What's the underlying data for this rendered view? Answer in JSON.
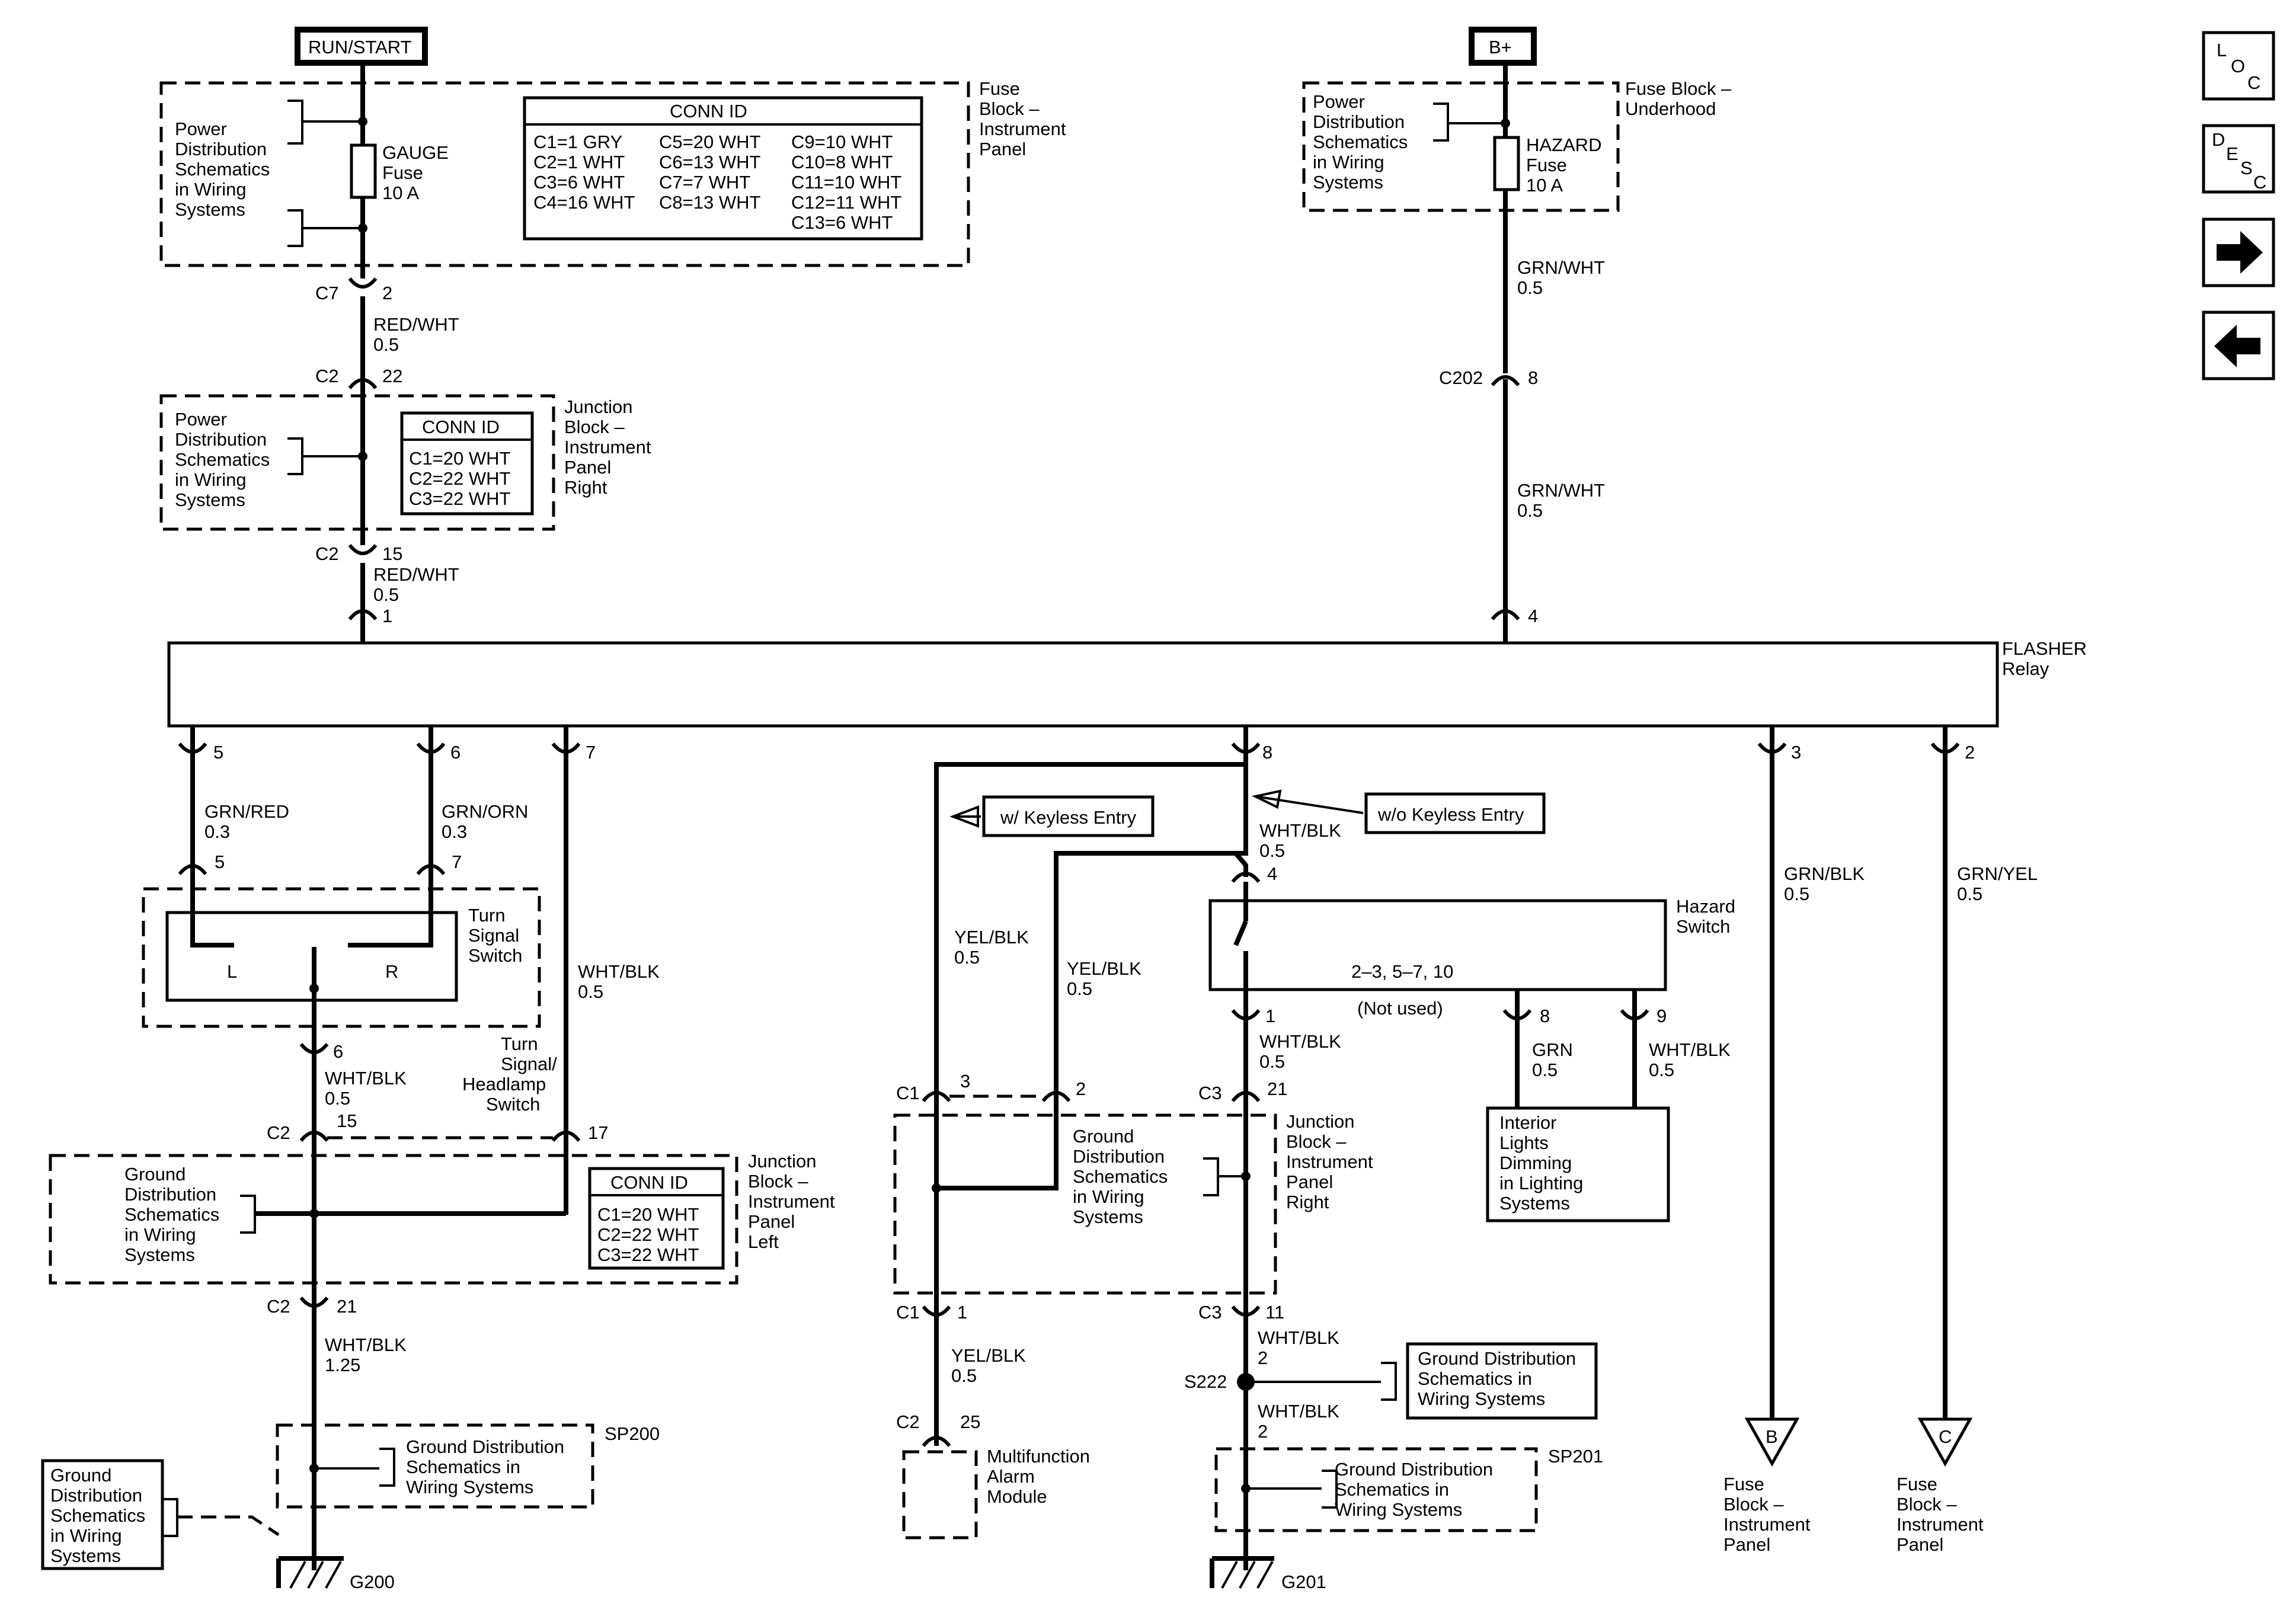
{
  "sources": {
    "run_start": "RUN/START",
    "b_plus": "B+"
  },
  "nav_icons": {
    "loc": [
      "L",
      "O",
      "C"
    ],
    "desc": [
      "D",
      "E",
      "S",
      "C"
    ],
    "forward": "arrow-right-icon",
    "back": "arrow-left-icon"
  },
  "fuse_block_ip": {
    "label": [
      "Fuse",
      "Block –",
      "Instrument",
      "Panel"
    ],
    "pds": [
      "Power",
      "Distribution",
      "Schematics",
      "in Wiring",
      "Systems"
    ],
    "fuse": [
      "GAUGE",
      "Fuse",
      "10 A"
    ],
    "conn_title": "CONN ID",
    "conn_col1": [
      "C1=1 GRY",
      "C2=1 WHT",
      "C3=6 WHT",
      "C4=16 WHT"
    ],
    "conn_col2": [
      "C5=20 WHT",
      "C6=13 WHT",
      "C7=7 WHT",
      "C8=13 WHT"
    ],
    "conn_col3": [
      "C9=10 WHT",
      "C10=8 WHT",
      "C11=10 WHT",
      "C12=11 WHT",
      "C13=6 WHT"
    ]
  },
  "fuse_block_uh": {
    "label": [
      "Fuse Block –",
      "Underhood"
    ],
    "pds": [
      "Power",
      "Distribution",
      "Schematics",
      "in Wiring",
      "Systems"
    ],
    "fuse": [
      "HAZARD",
      "Fuse",
      "10 A"
    ]
  },
  "jb_ip_right_top": {
    "label": [
      "Junction",
      "Block –",
      "Instrument",
      "Panel",
      "Right"
    ],
    "pds": [
      "Power",
      "Distribution",
      "Schematics",
      "in Wiring",
      "Systems"
    ],
    "conn_title": "CONN ID",
    "conn": [
      "C1=20 WHT",
      "C2=22 WHT",
      "C3=22 WHT"
    ]
  },
  "left_top_chain": {
    "c7": "C7",
    "c7_pin": "2",
    "wire1": [
      "RED/WHT",
      "0.5"
    ],
    "c2a": "C2",
    "c2a_pin": "22",
    "c2b": "C2",
    "c2b_pin": "15",
    "wire2": [
      "RED/WHT",
      "0.5"
    ],
    "relay_pin": "1"
  },
  "right_top_chain": {
    "wire1": [
      "GRN/WHT",
      "0.5"
    ],
    "c202": "C202",
    "c202_pin": "8",
    "wire2": [
      "GRN/WHT",
      "0.5"
    ],
    "relay_pin": "4"
  },
  "flasher": {
    "label": [
      "FLASHER",
      "Relay"
    ]
  },
  "relay_pins_bottom": {
    "p5": "5",
    "p6": "6",
    "p7": "7",
    "p8": "8",
    "p3": "3",
    "p2": "2"
  },
  "turn_signal": {
    "wire5": [
      "GRN/RED",
      "0.3"
    ],
    "wire6": [
      "GRN/ORN",
      "0.3"
    ],
    "pin5": "5",
    "pin7": "7",
    "label": [
      "Turn",
      "Signal",
      "Switch"
    ],
    "l": "L",
    "r": "R",
    "pin6": "6",
    "headlamp_label": [
      "Turn",
      "Signal/",
      "Headlamp",
      "Switch"
    ],
    "wire7": [
      "WHT/BLK",
      "0.5"
    ],
    "wire_out": [
      "WHT/BLK",
      "0.5"
    ],
    "c2": "C2",
    "c2_pin": "15",
    "c2_pin2": "17"
  },
  "jb_ip_left": {
    "label": [
      "Junction",
      "Block –",
      "Instrument",
      "Panel",
      "Left"
    ],
    "gds": [
      "Ground",
      "Distribution",
      "Schematics",
      "in Wiring",
      "Systems"
    ],
    "conn_title": "CONN ID",
    "conn": [
      "C1=20 WHT",
      "C2=22 WHT",
      "C3=22 WHT"
    ],
    "c2": "C2",
    "c2_pin": "21",
    "wire": [
      "WHT/BLK",
      "1.25"
    ]
  },
  "sp200": {
    "label": "SP200",
    "gds": [
      "Ground Distribution",
      "Schematics in",
      "Wiring Systems"
    ],
    "ext_gds": [
      "Ground",
      "Distribution",
      "Schematics",
      "in Wiring",
      "Systems"
    ],
    "ground": "G200"
  },
  "keyless": {
    "with": "w/ Keyless Entry",
    "without": "w/o Keyless Entry",
    "wire_a": [
      "YEL/BLK",
      "0.5"
    ],
    "wire_b": [
      "YEL/BLK",
      "0.5"
    ],
    "wire_c": [
      "YEL/BLK",
      "0.5"
    ]
  },
  "hazard_switch": {
    "label": [
      "Hazard",
      "Switch"
    ],
    "pin4": "4",
    "unused": "2–3, 5–7, 10",
    "not_used": "(Not used)",
    "pin1": "1",
    "pin8": "8",
    "pin9": "9",
    "wire1": [
      "WHT/BLK",
      "0.5"
    ],
    "wire8": [
      "GRN",
      "0.5"
    ],
    "wire9": [
      "WHT/BLK",
      "0.5"
    ]
  },
  "interior_lights": {
    "label": [
      "Interior",
      "Lights",
      "Dimming",
      "in Lighting",
      "Systems"
    ]
  },
  "jb_ip_right_bottom": {
    "label": [
      "Junction",
      "Block –",
      "Instrument",
      "Panel",
      "Right"
    ],
    "gds": [
      "Ground",
      "Distribution",
      "Schematics",
      "in Wiring",
      "Systems"
    ],
    "c1": "C1",
    "c1_pin3": "3",
    "c1_pin2": "2",
    "c3": "C3",
    "c3_pin": "21",
    "c1b": "C1",
    "c1b_pin": "1",
    "c3b": "C3",
    "c3b_pin": "11"
  },
  "alarm": {
    "wire": [
      "YEL/BLK",
      "0.5"
    ],
    "c2": "C2",
    "c2_pin": "25",
    "label": [
      "Multifunction",
      "Alarm",
      "Module"
    ]
  },
  "s222": {
    "label": "S222",
    "wire_in": [
      "WHT/BLK",
      "2"
    ],
    "wire_out": [
      "WHT/BLK",
      "2"
    ],
    "gds": [
      "Ground Distribution",
      "Schematics in",
      "Wiring Systems"
    ]
  },
  "sp201": {
    "label": "SP201",
    "gds": [
      "Ground Distribution",
      "Schematics in",
      "Wiring Systems"
    ],
    "ground": "G201"
  },
  "out_b": {
    "wire": [
      "GRN/BLK",
      "0.5"
    ],
    "letter": "B",
    "label": [
      "Fuse",
      "Block –",
      "Instrument",
      "Panel"
    ]
  },
  "out_c": {
    "wire": [
      "GRN/YEL",
      "0.5"
    ],
    "letter": "C",
    "label": [
      "Fuse",
      "Block –",
      "Instrument",
      "Panel"
    ]
  }
}
